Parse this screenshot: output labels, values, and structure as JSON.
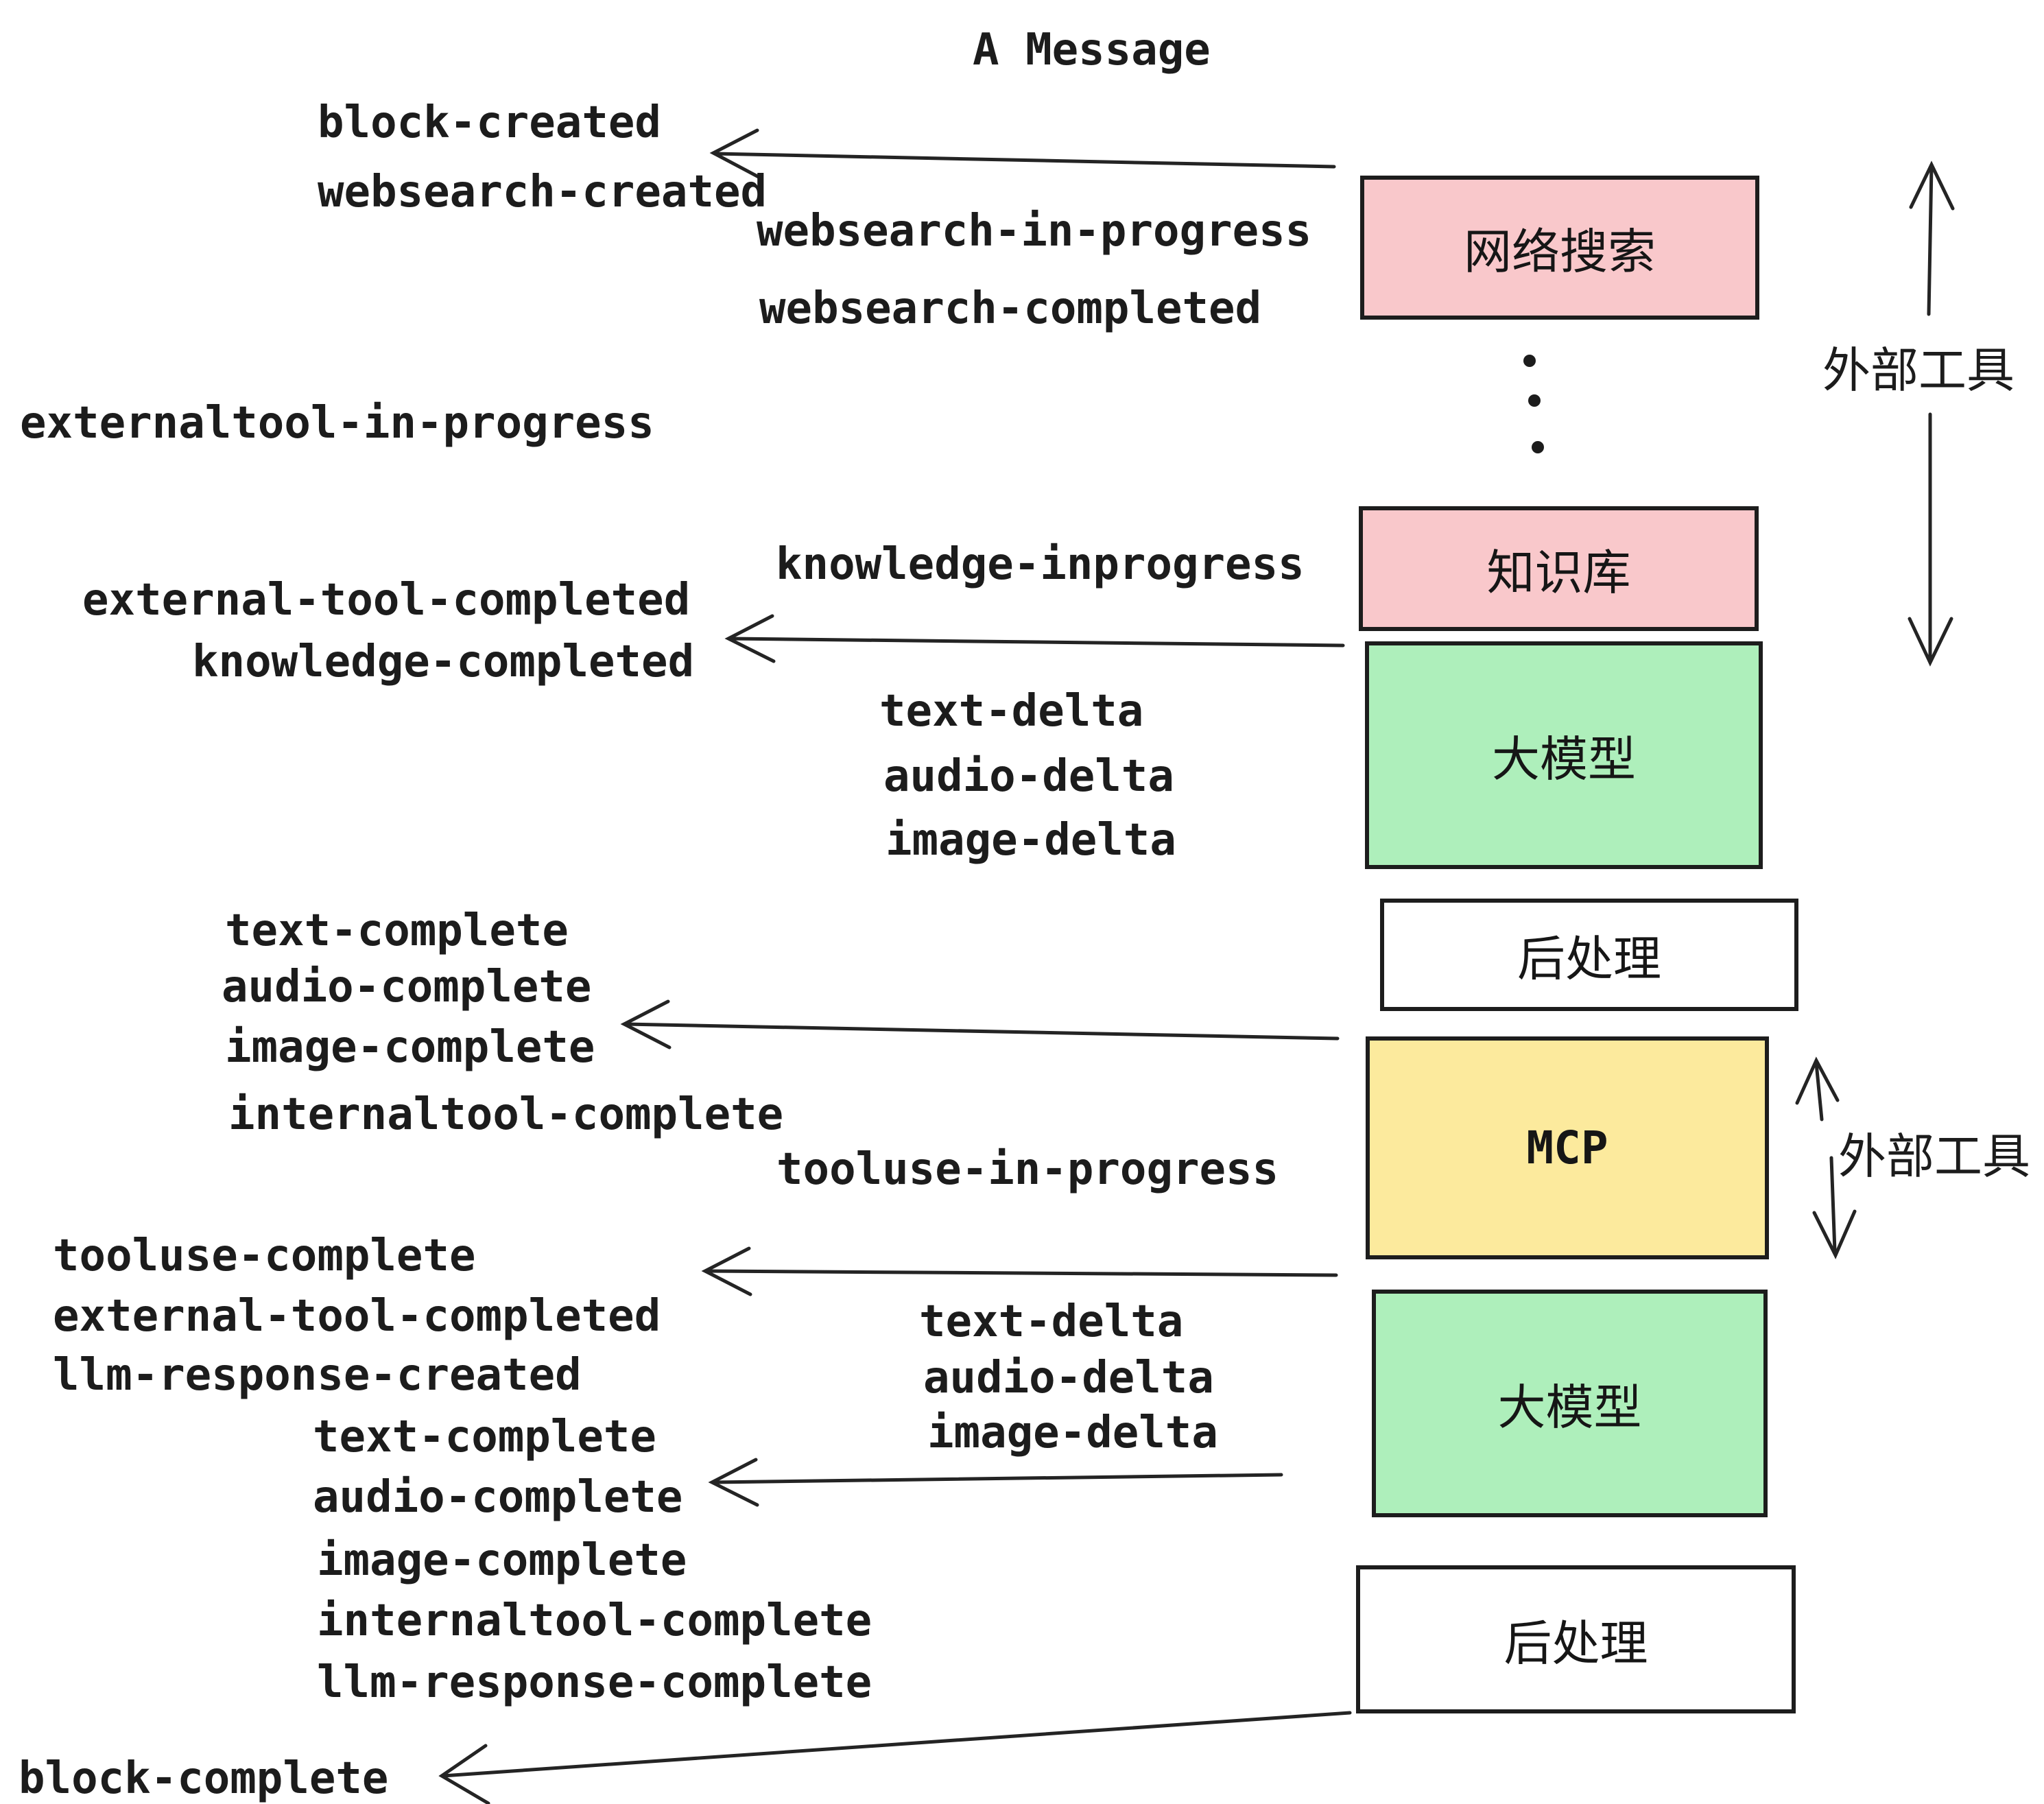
{
  "title": "A Message",
  "colors": {
    "box_pink": "#f9c8cb",
    "box_green": "#aeefbb",
    "box_yellow": "#fcea9d",
    "box_white": "#ffffff",
    "line": "#242424",
    "text": "#1c1c1c"
  },
  "boxes": [
    {
      "id": "websearch",
      "label": "网络搜索"
    },
    {
      "id": "knowledge",
      "label": "知识库"
    },
    {
      "id": "llm-1",
      "label": "大模型"
    },
    {
      "id": "post-1",
      "label": "后处理"
    },
    {
      "id": "mcp",
      "label": "MCP"
    },
    {
      "id": "llm-2",
      "label": "大模型"
    },
    {
      "id": "post-2",
      "label": "后处理"
    }
  ],
  "side_labels": {
    "external_tool_top": "外部工具",
    "external_tool_mcp": "外部工具"
  },
  "events": [
    {
      "text": "block-created"
    },
    {
      "text": "websearch-created"
    },
    {
      "text": "websearch-in-progress"
    },
    {
      "text": "websearch-completed"
    },
    {
      "text": "externaltool-in-progress"
    },
    {
      "text": "knowledge-inprogress"
    },
    {
      "text": "external-tool-completed"
    },
    {
      "text": "knowledge-completed"
    },
    {
      "text": "text-delta"
    },
    {
      "text": "audio-delta"
    },
    {
      "text": "image-delta"
    },
    {
      "text": "text-complete"
    },
    {
      "text": "audio-complete"
    },
    {
      "text": "image-complete"
    },
    {
      "text": "internaltool-complete"
    },
    {
      "text": "tooluse-in-progress"
    },
    {
      "text": "tooluse-complete"
    },
    {
      "text": "external-tool-completed"
    },
    {
      "text": "llm-response-created"
    },
    {
      "text": "text-delta"
    },
    {
      "text": "audio-delta"
    },
    {
      "text": "image-delta"
    },
    {
      "text": "text-complete"
    },
    {
      "text": "audio-complete"
    },
    {
      "text": "image-complete"
    },
    {
      "text": "internaltool-complete"
    },
    {
      "text": "llm-response-complete"
    },
    {
      "text": "block-complete"
    }
  ]
}
